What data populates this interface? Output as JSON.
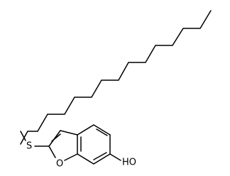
{
  "molecule": {
    "atoms": {
      "sulfur": "S",
      "ring_oxygen": "O",
      "hydroxyl": "HO"
    }
  }
}
